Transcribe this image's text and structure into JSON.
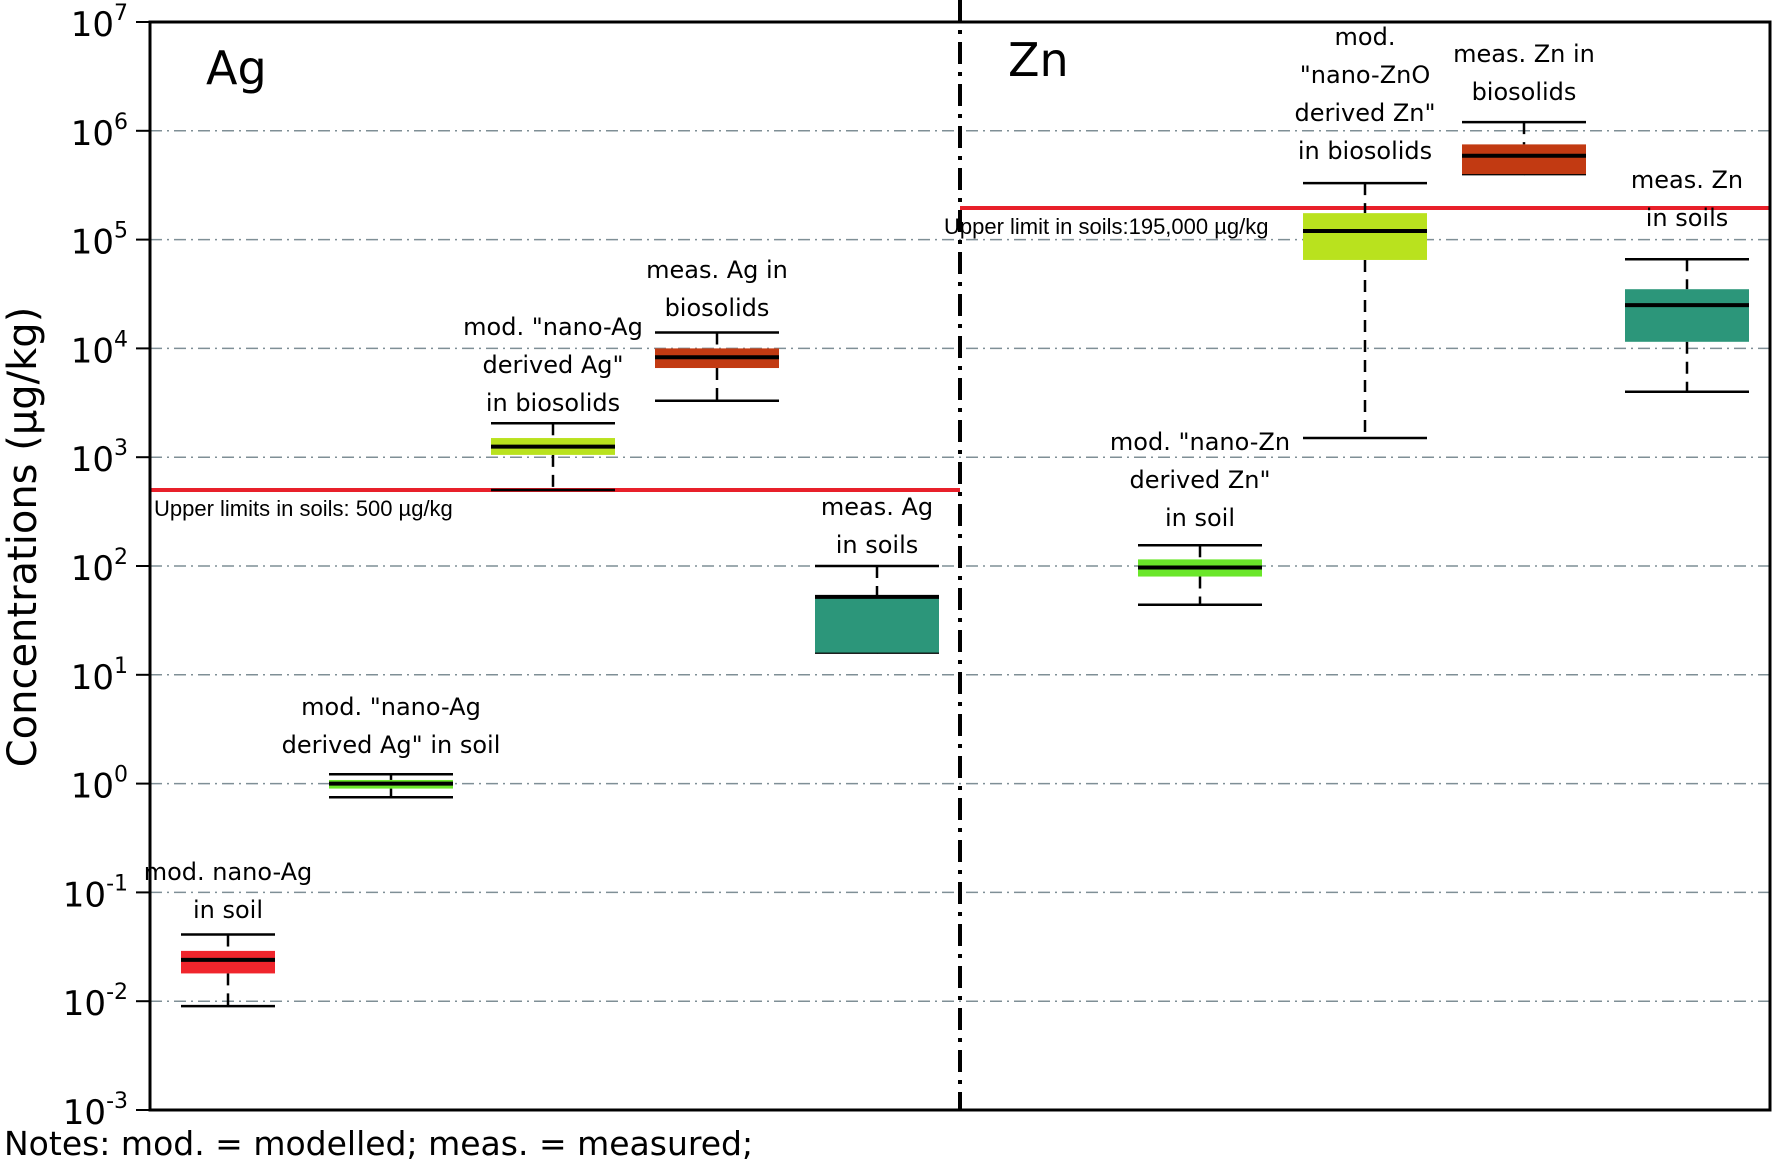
{
  "chart_data": {
    "type": "box",
    "ylabel": "Concentrations (µg/kg)",
    "yscale": "log",
    "ylim": [
      0.001,
      10000000
    ],
    "y_ticks": [
      {
        "base": "10",
        "exp": "-3",
        "value": 0.001
      },
      {
        "base": "10",
        "exp": "-2",
        "value": 0.01
      },
      {
        "base": "10",
        "exp": "-1",
        "value": 0.1
      },
      {
        "base": "10",
        "exp": "0",
        "value": 1
      },
      {
        "base": "10",
        "exp": "1",
        "value": 10
      },
      {
        "base": "10",
        "exp": "2",
        "value": 100
      },
      {
        "base": "10",
        "exp": "3",
        "value": 1000
      },
      {
        "base": "10",
        "exp": "4",
        "value": 10000
      },
      {
        "base": "10",
        "exp": "5",
        "value": 100000
      },
      {
        "base": "10",
        "exp": "6",
        "value": 1000000
      },
      {
        "base": "10",
        "exp": "7",
        "value": 10000000
      }
    ],
    "grid": "horizontal dash-dot at each decade",
    "panels": [
      "Ag",
      "Zn"
    ],
    "colors": {
      "red": "#f0252c",
      "lime": "#6ae62a",
      "yellowgreen": "#b9e21e",
      "darkorange": "#c23a12",
      "teal": "#2c967a",
      "limit_line": "#e8202a"
    },
    "boxes": [
      {
        "panel": "Ag",
        "label": [
          "mod. nano-Ag",
          "in soil"
        ],
        "min": 0.009,
        "q1": 0.018,
        "median": 0.024,
        "q3": 0.029,
        "max": 0.041,
        "color": "#f0252c"
      },
      {
        "panel": "Ag",
        "label": [
          "mod. \"nano-Ag",
          "derived Ag\" in soil"
        ],
        "min": 0.75,
        "q1": 0.9,
        "median": 1.0,
        "q3": 1.08,
        "max": 1.22,
        "color": "#6ae62a"
      },
      {
        "panel": "Ag",
        "label": [
          "mod. \"nano-Ag",
          "derived Ag\"",
          "in biosolids"
        ],
        "min": 500,
        "q1": 1050,
        "median": 1250,
        "q3": 1500,
        "max": 2050,
        "color": "#b9e21e"
      },
      {
        "panel": "Ag",
        "label": [
          "meas. Ag in",
          "biosolids"
        ],
        "min": 3300,
        "q1": 6600,
        "median": 8300,
        "q3": 10000,
        "max": 14000,
        "color": "#c23a12"
      },
      {
        "panel": "Ag",
        "label": [
          "meas. Ag",
          "in soils"
        ],
        "min": 16,
        "q1": 16,
        "median": 52,
        "q3": 52,
        "max": 100,
        "color": "#2c967a"
      },
      {
        "panel": "Zn",
        "label": [
          "mod. \"nano-Zn",
          "derived Zn\"",
          "in soil"
        ],
        "min": 44,
        "q1": 80,
        "median": 97,
        "q3": 115,
        "max": 155,
        "color": "#6ae62a"
      },
      {
        "panel": "Zn",
        "label": [
          "mod.",
          "\"nano-ZnO",
          "derived Zn\"",
          "in biosolids"
        ],
        "min": 1500,
        "q1": 65000,
        "median": 120000,
        "q3": 175000,
        "max": 330000,
        "color": "#b9e21e"
      },
      {
        "panel": "Zn",
        "label": [
          "meas. Zn in",
          "biosolids"
        ],
        "min": 400000,
        "q1": 400000,
        "median": 590000,
        "q3": 750000,
        "max": 1200000,
        "color": "#c23a12"
      },
      {
        "panel": "Zn",
        "label": [
          "meas. Zn",
          "in soils"
        ],
        "min": 4000,
        "q1": 11500,
        "median": 25000,
        "q3": 35000,
        "max": 66000,
        "color": "#2c967a"
      }
    ],
    "reference_lines": [
      {
        "panel": "Ag",
        "value": 500,
        "label": "Upper limits in soils: 500 µg/kg"
      },
      {
        "panel": "Zn",
        "value": 195000,
        "label": "Upper limit in soils:195,000 µg/kg"
      }
    ]
  },
  "notes": "Notes: mod. = modelled; meas. = measured;"
}
